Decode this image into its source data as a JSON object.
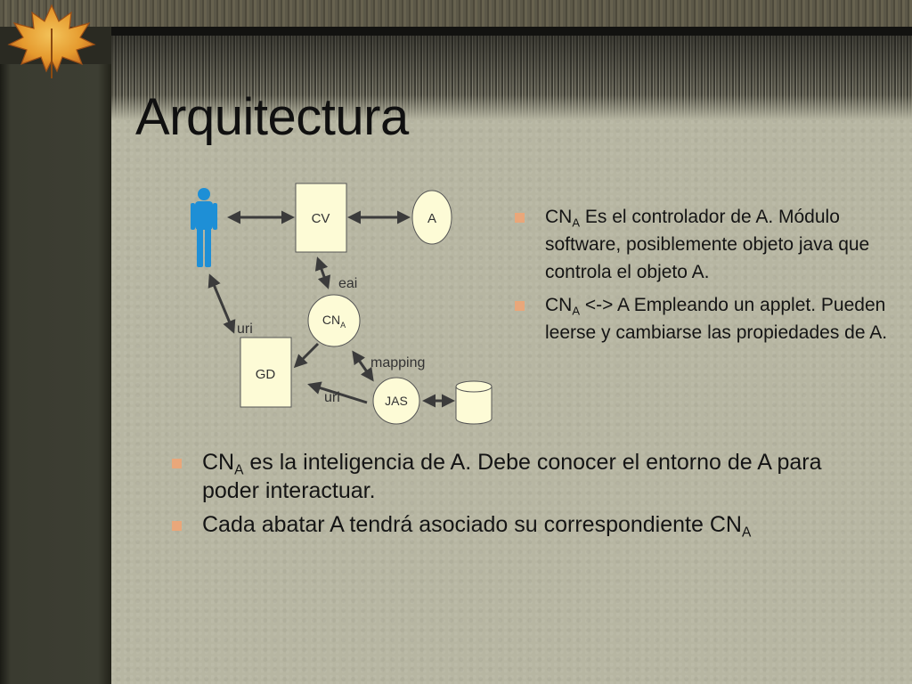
{
  "slide": {
    "title": "Arquitectura"
  },
  "diagram": {
    "cv_label": "CV",
    "a_label": "A",
    "cn_label": "CN",
    "cn_sub": "A",
    "gd_label": "GD",
    "jas_label": "JAS",
    "eai_label": "eai",
    "uri_label_left": "uri",
    "uri_label_bottom": "uri",
    "mapping_label": "mapping"
  },
  "right_bullets": [
    {
      "prefix": "CN",
      "sub": "A",
      "text": " Es el controlador de A. Módulo software, posiblemente objeto java que controla el objeto A."
    },
    {
      "prefix": "CN",
      "sub": "A",
      "text": " <-> A Empleando un applet. Pueden leerse y cambiarse las propiedades de A."
    }
  ],
  "bottom_bullets": [
    {
      "prefix": "CN",
      "sub": "A",
      "text": " es la inteligencia de A. Debe conocer el entorno de A para poder interactuar."
    },
    {
      "text": "Cada abatar A tendrá asociado su correspondiente CN",
      "suffix_sub": "A"
    }
  ],
  "colors": {
    "slide_bg": "#b7b6a2",
    "bullet": "#e9a77a",
    "person": "#1e8fd6",
    "arrow": "#3b3b3b"
  },
  "icons": {
    "person": "person-icon",
    "database": "database-icon",
    "leaf": "maple-leaf-icon"
  }
}
